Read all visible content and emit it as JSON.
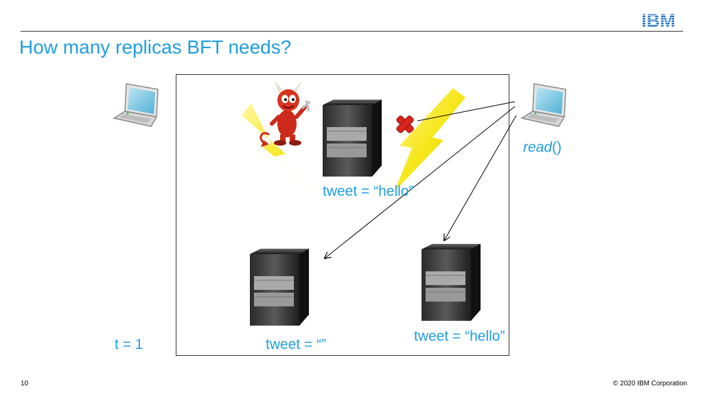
{
  "slide": {
    "title": "How many replicas BFT needs?",
    "page_number": "10",
    "copyright": "© 2020 IBM Corporation",
    "logo_text": "IBM"
  },
  "labels": {
    "read_call_italic": "read",
    "read_call_parens": "()",
    "tweet_top": "tweet = “hello”",
    "tweet_bottom_left": "tweet = “”",
    "tweet_bottom_right": "tweet = “hello”",
    "fault_threshold": "t = 1"
  },
  "icons": [
    "laptop-icon",
    "server-icon",
    "devil-icon",
    "lightning-icon",
    "red-x-icon",
    "ibm-logo"
  ],
  "colors": {
    "accent": "#1f9ee0",
    "lightning": "#f7e71a",
    "fault_mark": "#d9241c",
    "devil": "#cc2a1a"
  }
}
